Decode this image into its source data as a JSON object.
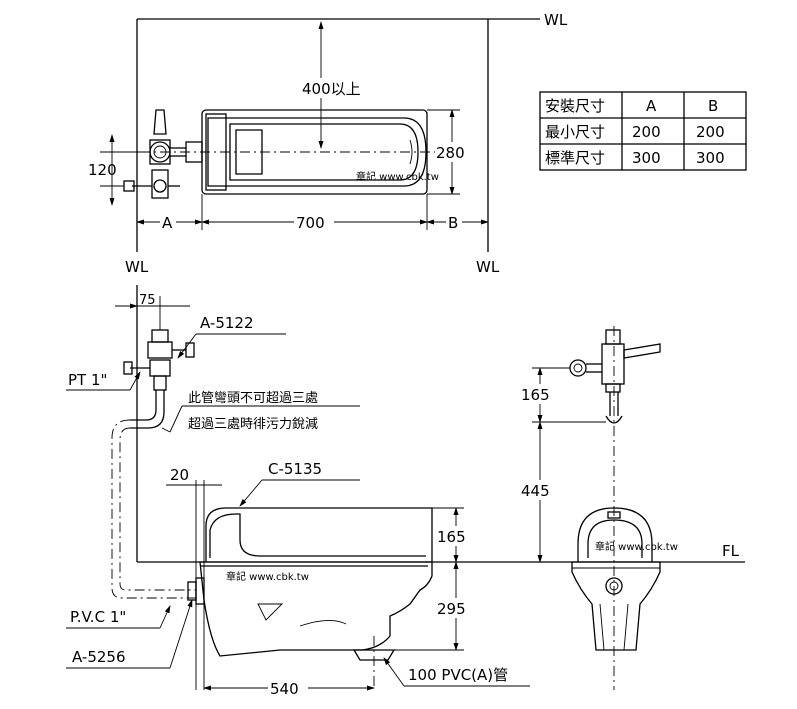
{
  "labels": {
    "wl_top": "WL",
    "wl_left": "WL",
    "wl_right": "WL",
    "fl": "FL",
    "dim_400": "400以上",
    "dim_280": "280",
    "dim_120": "120",
    "dim_700": "700",
    "dim_a": "A",
    "dim_b": "B",
    "dim_75": "75",
    "part_a5122": "A-5122",
    "pt1": "PT 1\"",
    "note_line1": "此管彎頭不可超過三處",
    "note_line2": "超過三處時徘污力銳減",
    "dim_20": "20",
    "part_c5135": "C-5135",
    "dim_165_bowl": "165",
    "dim_295": "295",
    "pvc1": "P.V.C 1\"",
    "part_a5256": "A-5256",
    "dim_540": "540",
    "pvc_pipe": "100 PVC(A)管",
    "dim_165_side": "165",
    "dim_445": "445"
  },
  "watermarks": [
    "章記 www.cbk.tw",
    "章記 www.cbk.tw",
    "章記 www.cbk.tw"
  ],
  "table": {
    "headers": [
      "安裝尺寸",
      "A",
      "B"
    ],
    "rows": [
      [
        "最小尺寸",
        "200",
        "200"
      ],
      [
        "標準尺寸",
        "300",
        "300"
      ]
    ]
  }
}
